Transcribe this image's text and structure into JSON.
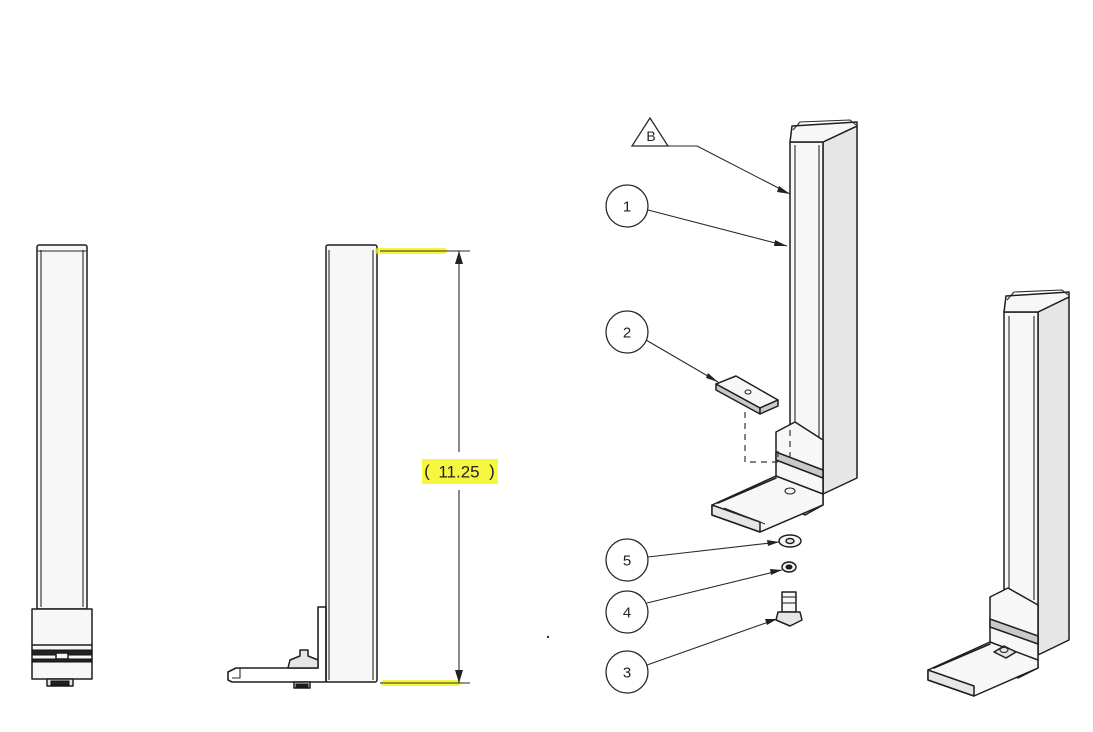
{
  "dimension": {
    "value": "11.25",
    "open_paren": "(",
    "close_paren": ")"
  },
  "revision_marker": {
    "letter": "B"
  },
  "balloons": [
    {
      "id": 1,
      "label": "1"
    },
    {
      "id": 2,
      "label": "2"
    },
    {
      "id": 3,
      "label": "3"
    },
    {
      "id": 4,
      "label": "4"
    },
    {
      "id": 5,
      "label": "5"
    }
  ],
  "colors": {
    "highlight": "#f4f400",
    "line": "#1f1f1f"
  }
}
